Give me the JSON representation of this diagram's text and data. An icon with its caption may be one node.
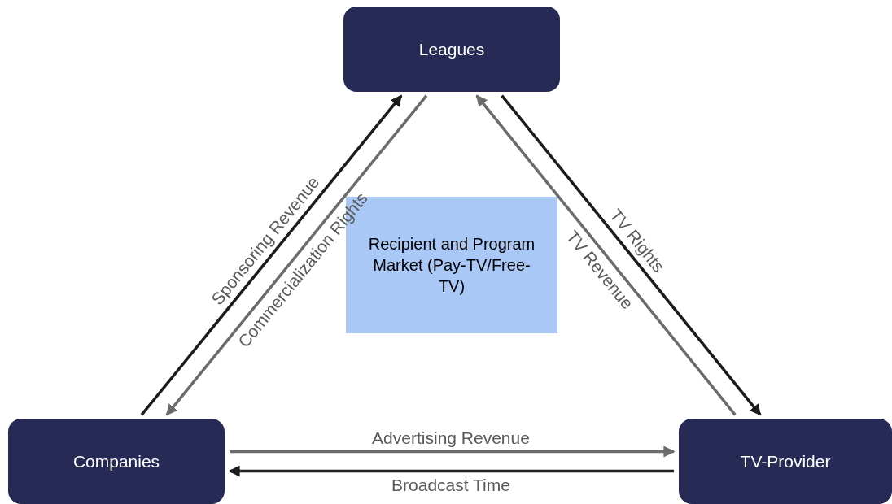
{
  "diagram": {
    "nodes": [
      {
        "text": [
          "Leagues"
        ]
      },
      {
        "text": [
          "Companies"
        ]
      },
      {
        "text": [
          "TV-Provider"
        ]
      },
      {
        "text": [
          "Recipient and Program Market (Pay-TV/Free-TV)"
        ]
      }
    ],
    "edges": [
      {
        "from": 1,
        "to": 0,
        "arrow": "to",
        "label": "Sponsoring Revenue",
        "color": "#1c1c1c"
      },
      {
        "from": 0,
        "to": 1,
        "arrow": "to",
        "label": "Commercialization Rights",
        "color": "#6b6b6b"
      },
      {
        "from": 0,
        "to": 2,
        "arrow": "to",
        "label": "TV Rights",
        "color": "#1c1c1c"
      },
      {
        "from": 2,
        "to": 0,
        "arrow": "to",
        "label": "TV Revenue",
        "color": "#6b6b6b"
      },
      {
        "from": 1,
        "to": 2,
        "arrow": "to",
        "label": "Advertising Revenue",
        "color": "#6b6b6b"
      },
      {
        "from": 2,
        "to": 1,
        "arrow": "to",
        "label": "Broadcast Time",
        "color": "#1c1c1c"
      }
    ]
  }
}
